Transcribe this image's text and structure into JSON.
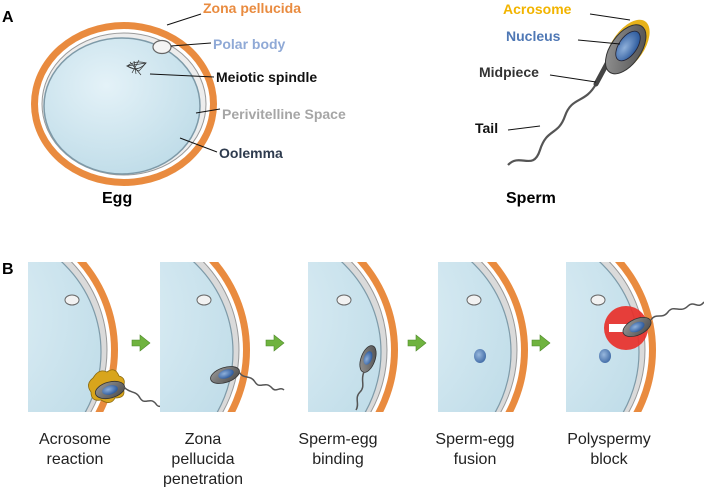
{
  "panel_a": {
    "letter": "A",
    "egg_caption": "Egg",
    "sperm_caption": "Sperm",
    "egg_labels": {
      "zona": "Zona pellucida",
      "polar": "Polar body",
      "spindle": "Meiotic spindle",
      "perivitelline": "Perivitelline Space",
      "oolemma": "Oolemma"
    },
    "sperm_labels": {
      "acrosome": "Acrosome",
      "nucleus": "Nucleus",
      "midpiece": "Midpiece",
      "tail": "Tail"
    }
  },
  "panel_b": {
    "letter": "B",
    "steps": [
      {
        "line1": "Acrosome",
        "line2": "reaction",
        "line3": ""
      },
      {
        "line1": "Zona",
        "line2": "pellucida",
        "line3": "penetration"
      },
      {
        "line1": "Sperm-egg",
        "line2": "binding",
        "line3": ""
      },
      {
        "line1": "Sperm-egg",
        "line2": "fusion",
        "line3": ""
      },
      {
        "line1": "Polyspermy",
        "line2": "block",
        "line3": ""
      }
    ]
  },
  "colors": {
    "zona": "#E98B3F",
    "polar_label": "#8FA9D6",
    "spindle_label": "#111111",
    "perivitelline_label": "#A6A6A6",
    "oolemma_label": "#2E3B4E",
    "acrosome_label": "#F2B400",
    "nucleus_label": "#4F78B5",
    "midpiece_label": "#333333",
    "cytoplasm": "#D3E8F1",
    "arrow": "#6FB33F",
    "block": "#E8302A"
  }
}
